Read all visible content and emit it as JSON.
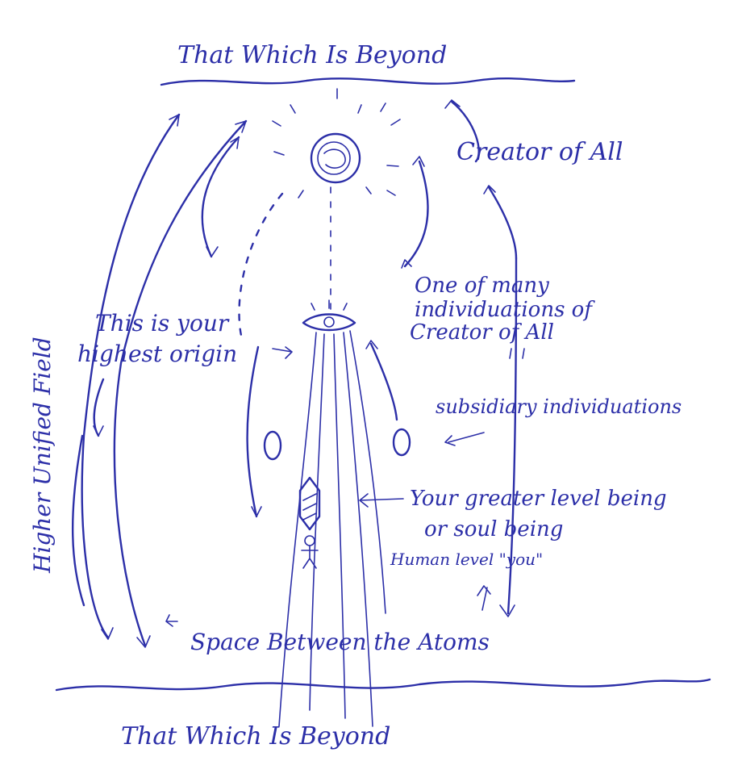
{
  "labels": {
    "top_boundary": "That Which Is Beyond",
    "bottom_boundary": "That Which Is Beyond",
    "creator": "Creator of All",
    "one_of_many_1": "One of many",
    "one_of_many_2": "individuations of",
    "one_of_many_3": "Creator of All",
    "highest_origin_1": "This is your",
    "highest_origin_2": "highest origin",
    "subsidiary": "subsidiary individuations",
    "greater_being_1": "Your greater level being",
    "greater_being_2": "or soul being",
    "human_level": "Human level \"you\"",
    "space_between": "Space Between the Atoms",
    "higher_field": "Higher Unified Field"
  },
  "colors": {
    "ink": "#2c2fa8",
    "paper": "#ffffff"
  }
}
